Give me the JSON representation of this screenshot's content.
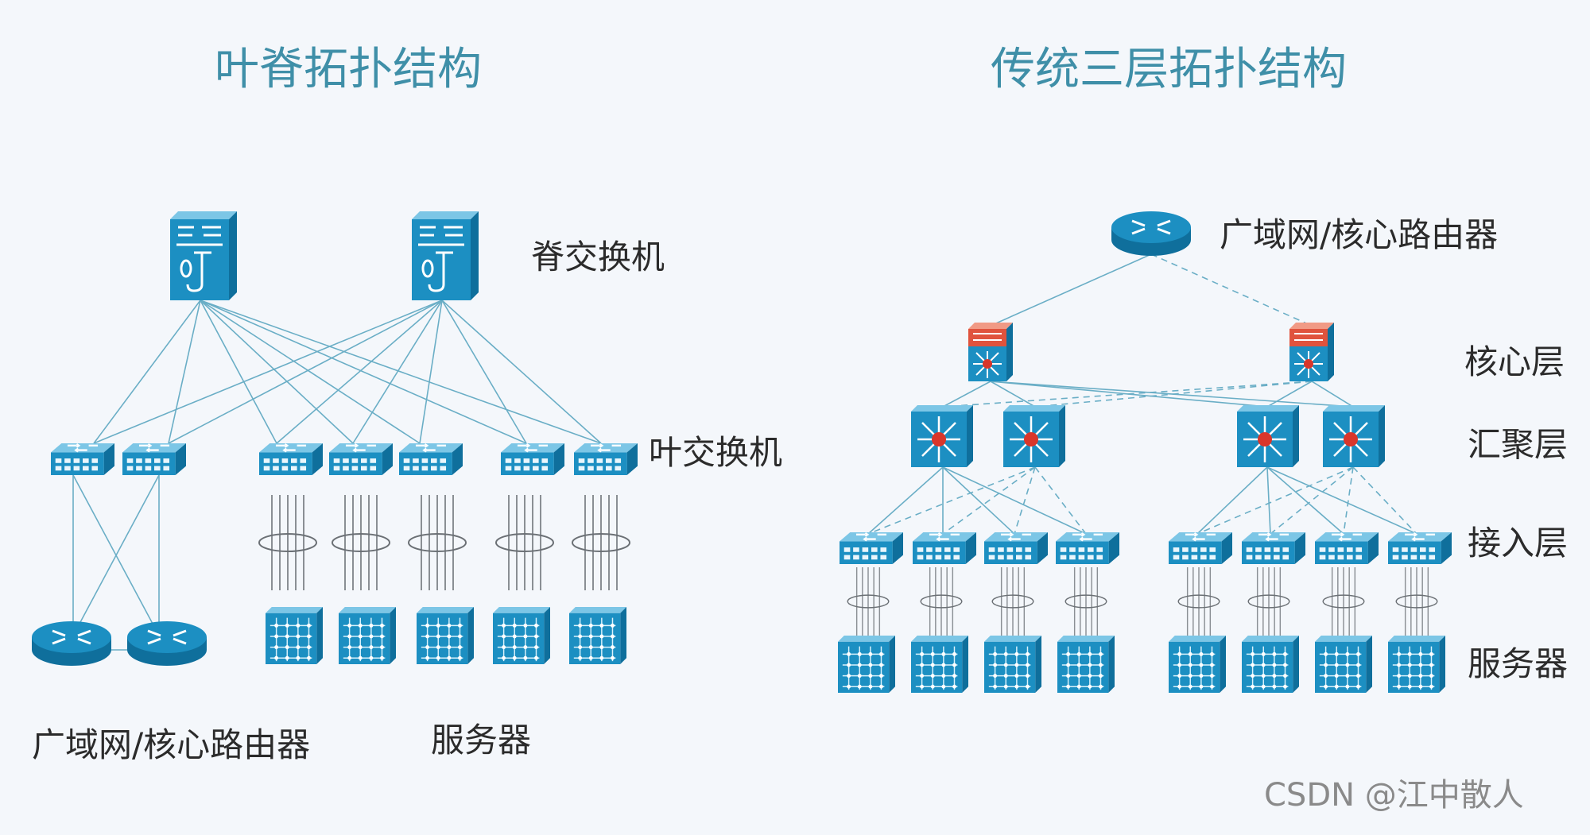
{
  "left": {
    "title": "叶脊拓扑结构",
    "labels": {
      "spine": "脊交换机",
      "leaf": "叶交换机",
      "routers": "广域网/核心路由器",
      "servers": "服务器"
    }
  },
  "right": {
    "title": "传统三层拓扑结构",
    "labels": {
      "router": "广域网/核心路由器",
      "core": "核心层",
      "aggregation": "汇聚层",
      "access": "接入层",
      "servers": "服务器"
    }
  },
  "watermark": "CSDN @江中散人",
  "colors": {
    "title": "#3f8fa8",
    "device_blue": "#1c8fc2",
    "device_dark": "#0f6f9c",
    "core_red": "#e0533d",
    "link": "#6aaec6"
  }
}
